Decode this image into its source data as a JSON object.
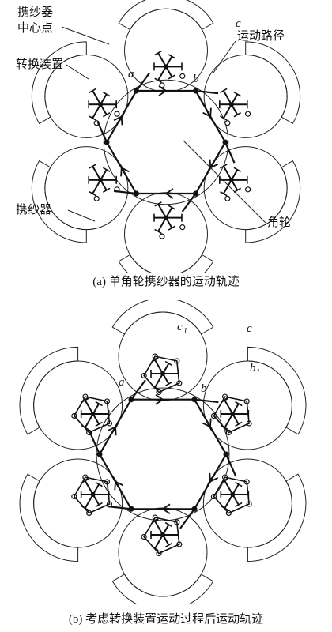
{
  "panel_a": {
    "labels": {
      "carrier_center": [
        "携纱器",
        "中心点"
      ],
      "path": "运动路径",
      "switch_device": "转换装置",
      "carrier": "携纱器",
      "horn_gear": "角轮",
      "a": "a",
      "b": "b",
      "c": "c"
    },
    "caption": "(a) 单角轮携纱器的运动轨迹"
  },
  "panel_b": {
    "labels": {
      "a": "a",
      "b": "b",
      "c": "c",
      "c1": "c",
      "c1_sub": "1",
      "b1": "b",
      "b1_sub": "1"
    },
    "caption": "(b) 考虑转换装置运动过程后运动轨迹"
  }
}
